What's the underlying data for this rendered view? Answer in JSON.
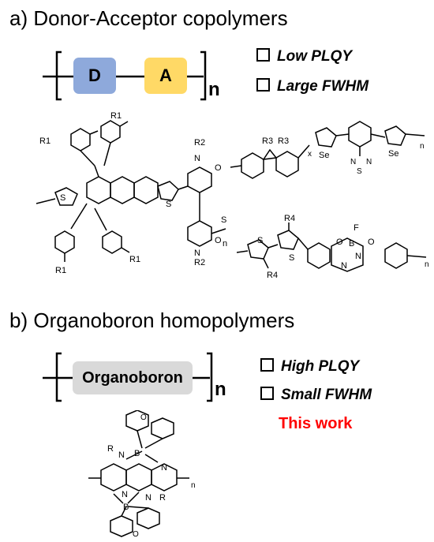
{
  "section_a": {
    "title": "a) Donor-Acceptor copolymers",
    "donor": "D",
    "acceptor": "A",
    "subscript": "n",
    "check1": "Low PLQY",
    "check2": "Large FWHM",
    "colors": {
      "donor": "#8ea9db",
      "acceptor": "#ffd966"
    }
  },
  "section_b": {
    "title": "b) Organoboron homopolymers",
    "unit": "Organoboron",
    "subscript": "n",
    "check1": "High PLQY",
    "check2": "Small FWHM",
    "highlight": "This work",
    "colors": {
      "unit": "#d9d9d9",
      "highlight": "#ff0000"
    }
  },
  "structure_labels": {
    "r1": "R1",
    "r2": "R2",
    "r3": "R3",
    "r4": "R4",
    "r": "R",
    "s": "S",
    "se": "Se",
    "n": "N",
    "o": "O",
    "b": "B",
    "f": "F",
    "x": "x",
    "subscript": "n"
  }
}
